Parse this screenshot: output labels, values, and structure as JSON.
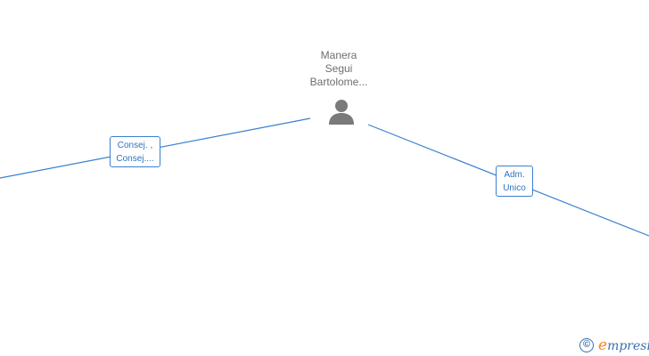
{
  "person": {
    "name_lines": [
      "Manera",
      "Segui",
      "Bartolome..."
    ]
  },
  "roles": {
    "left": {
      "lines": [
        "Consej. ,",
        "Consej...."
      ]
    },
    "right": {
      "lines": [
        "Adm.",
        "Unico"
      ]
    }
  },
  "brand": {
    "copyright_symbol": "©",
    "name_first_letter": "e",
    "name_rest": "mpresia"
  },
  "colors": {
    "edge": "#3a7fcf",
    "node_text": "#6e6e6e",
    "role_text": "#2f73c1",
    "brand_blue": "#3a6fae",
    "brand_orange": "#f08a1c"
  },
  "icons": {
    "person": "person-silhouette-icon"
  }
}
